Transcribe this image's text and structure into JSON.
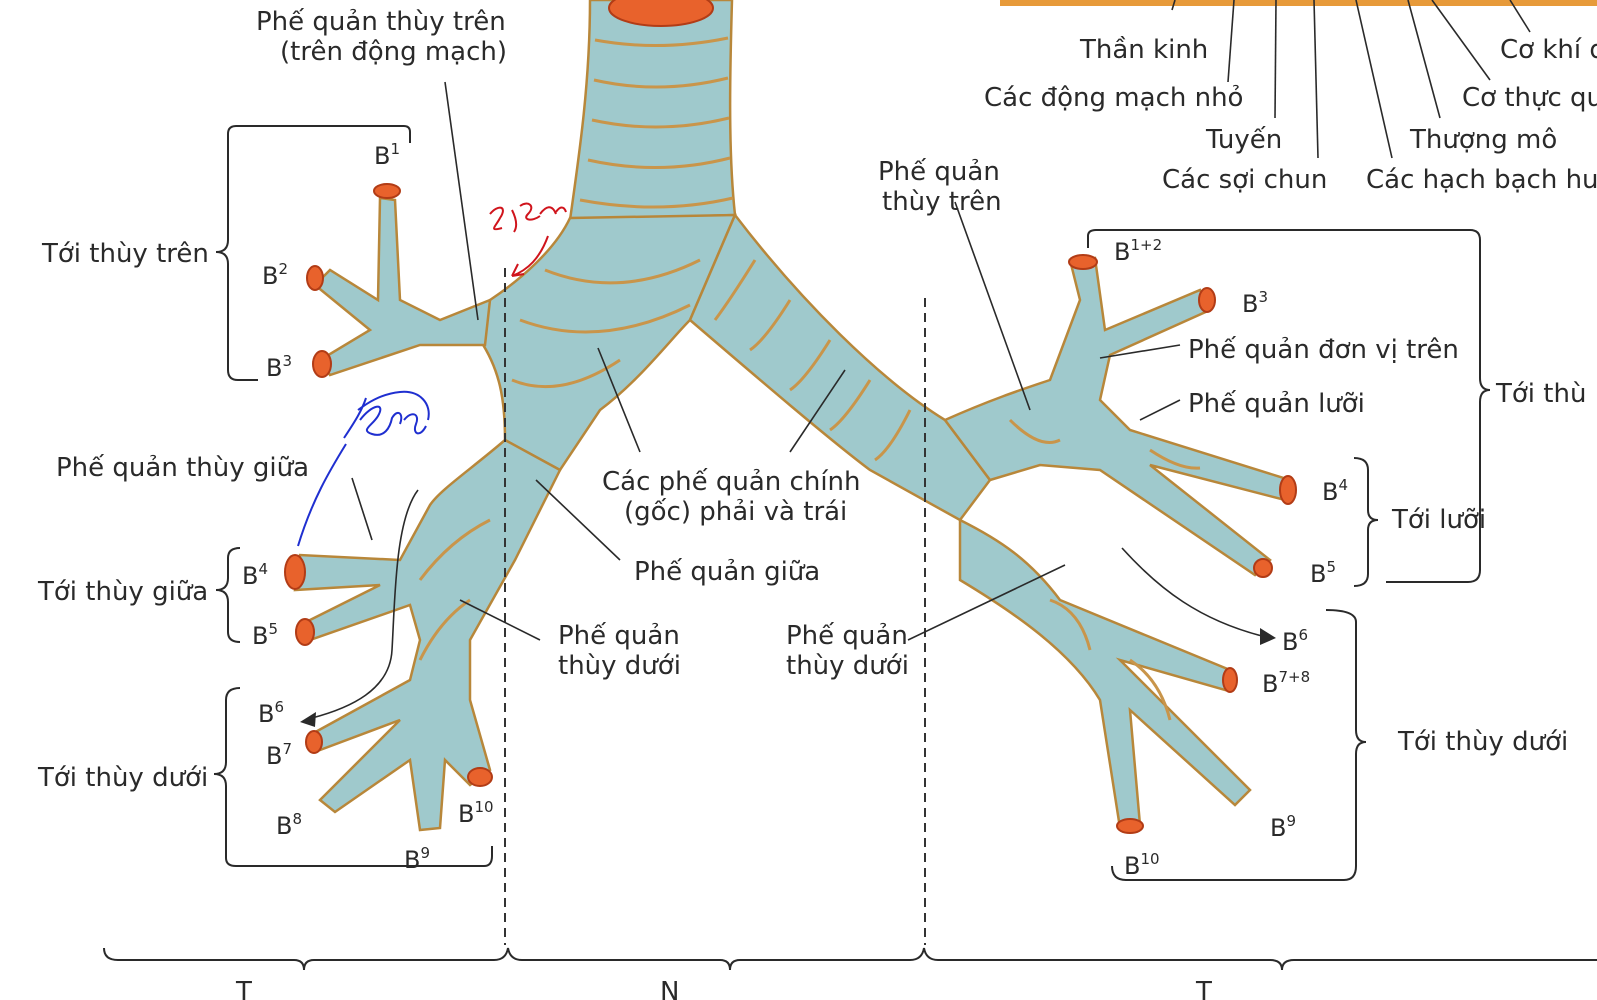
{
  "labels": {
    "right_upper_lobe_bronchus_l1": "Phế quản thùy trên",
    "right_upper_lobe_bronchus_l2": "(trên động mạch)",
    "to_upper_lobe_right": "Tới thùy trên",
    "middle_lobe_bronchus": "Phế quản thùy giữa",
    "to_middle_lobe": "Tới thùy giữa",
    "to_lower_lobe_right": "Tới thùy dưới",
    "main_bronchi_l1": "Các phế quản chính",
    "main_bronchi_l2": "(gốc) phải và trái",
    "intermediate_bronchus": "Phế quản giữa",
    "right_lower_lobe_l1": "Phế quản",
    "right_lower_lobe_l2": "thùy dưới",
    "left_lower_lobe_l1": "Phế quản",
    "left_lower_lobe_l2": "thùy dưới",
    "left_upper_lobe_l1": "Phế quản",
    "left_upper_lobe_l2": "thùy trên",
    "superior_division": "Phế quản đơn vị trên",
    "lingular_bronchus": "Phế quản lưỡi",
    "to_lingula": "Tới lưỡi",
    "to_lower_lobe_left": "Tới thùy dưới",
    "to_upper_lobe_left": "Tới thù",
    "nerve": "Thần kinh",
    "small_arteries": "Các động mạch nhỏ",
    "glands": "Tuyến",
    "elastic_fibers": "Các sợi chun",
    "trachealis_muscle": "Cơ khí q",
    "esophageal_muscle": "Cơ thực qu",
    "epithelium": "Thượng mô",
    "lymph_nodes": "Các hạch bạch hu",
    "bottom_left": "T",
    "bottom_mid": "N",
    "bottom_right": "T"
  },
  "segments": {
    "r_b1": {
      "base": "B",
      "sup": "1"
    },
    "r_b2": {
      "base": "B",
      "sup": "2"
    },
    "r_b3": {
      "base": "B",
      "sup": "3"
    },
    "r_b4": {
      "base": "B",
      "sup": "4"
    },
    "r_b5": {
      "base": "B",
      "sup": "5"
    },
    "r_b6": {
      "base": "B",
      "sup": "6"
    },
    "r_b7": {
      "base": "B",
      "sup": "7"
    },
    "r_b8": {
      "base": "B",
      "sup": "8"
    },
    "r_b9": {
      "base": "B",
      "sup": "9"
    },
    "r_b10": {
      "base": "B",
      "sup": "10"
    },
    "l_b12": {
      "base": "B",
      "sup": "1+2"
    },
    "l_b3": {
      "base": "B",
      "sup": "3"
    },
    "l_b4": {
      "base": "B",
      "sup": "4"
    },
    "l_b5": {
      "base": "B",
      "sup": "5"
    },
    "l_b6": {
      "base": "B",
      "sup": "6"
    },
    "l_b78": {
      "base": "B",
      "sup": "7+8"
    },
    "l_b9": {
      "base": "B",
      "sup": "9"
    },
    "l_b10": {
      "base": "B",
      "sup": "10"
    }
  },
  "colors": {
    "airway_fill": "#9fc9cc",
    "cartilage_ring": "#c9954a",
    "lumen": "#e8622c",
    "annotation_red": "#d0141c",
    "annotation_blue": "#1f2fd0"
  }
}
